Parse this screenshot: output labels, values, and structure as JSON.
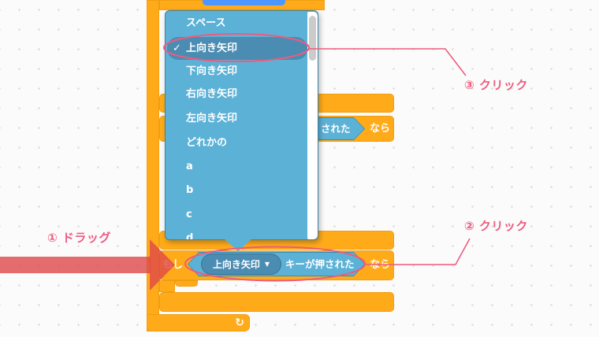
{
  "colors": {
    "control_orange": "#FFAB19",
    "sensing_blue": "#5CB1D6",
    "sensing_border": "#2E8EB8",
    "sensing_dark_field": "#4B8CB2",
    "motion_blue": "#4C97FF",
    "annotation_pink": "#EE5B7E",
    "drag_arrow_red": "#DE4949",
    "scrollbar_thumb": "#CBCBCB",
    "canvas_bg": "#FBFBFB"
  },
  "dropdown": {
    "check_glyph": "✓",
    "items": [
      {
        "label": "スペース",
        "checked": false
      },
      {
        "label": "上向き矢印",
        "checked": true
      },
      {
        "label": "下向き矢印",
        "checked": false
      },
      {
        "label": "右向き矢印",
        "checked": false
      },
      {
        "label": "左向き矢印",
        "checked": false
      },
      {
        "label": "どれかの",
        "checked": false
      },
      {
        "label": "a",
        "checked": false
      },
      {
        "label": "b",
        "checked": false
      },
      {
        "label": "c",
        "checked": false
      },
      {
        "label": "d",
        "checked": false
      }
    ]
  },
  "blocks": {
    "if_label": "もし",
    "then_label": "なら",
    "key_pressed_suffix": "キーが押された",
    "partial_pressed_text": "された",
    "selected_key": "上向き矢印",
    "caret": "▼",
    "loop_glyph": "↻"
  },
  "annotations": {
    "drag": {
      "label": "① ドラッグ"
    },
    "click2": {
      "label": "② クリック"
    },
    "click3": {
      "label": "③ クリック"
    }
  }
}
